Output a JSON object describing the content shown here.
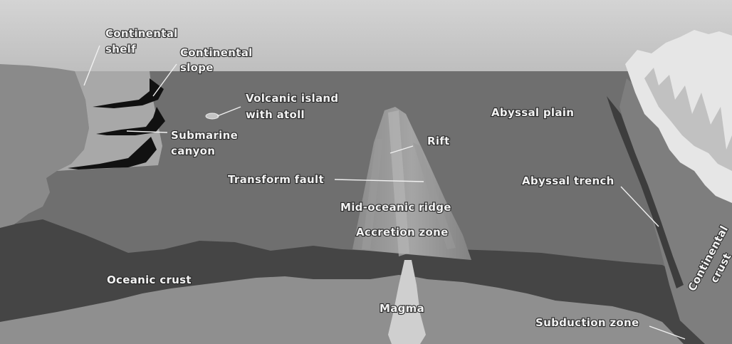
{
  "diagram": {
    "labels": {
      "continental_shelf": [
        "Continental",
        "shelf"
      ],
      "continental_slope": [
        "Continental",
        "slope"
      ],
      "volcanic_island": [
        "Volcanic island",
        "with atoll"
      ],
      "abyssal_plain": "Abyssal plain",
      "submarine_canyon": [
        "Submarine",
        "canyon"
      ],
      "rift": "Rift",
      "transform_fault": "Transform fault",
      "mid_oceanic_ridge": "Mid-oceanic ridge",
      "accretion_zone": "Accretion zone",
      "abyssal_trench": "Abyssal trench",
      "continental_crust": [
        "Continental",
        "crust"
      ],
      "oceanic_crust": "Oceanic crust",
      "magma": "Magma",
      "subduction_zone": "Subduction zone"
    },
    "colors": {
      "sky": "#c9c9c9",
      "ocean_water": "#6f6f6f",
      "shelf": "#a8a8a8",
      "land": "#8a8a8a",
      "oceanic_crust": "#454545",
      "mantle": "#8f8f8f",
      "magma": "#cfcfcf",
      "canyon": "#111111",
      "mountains": "#e6e6e6"
    }
  }
}
